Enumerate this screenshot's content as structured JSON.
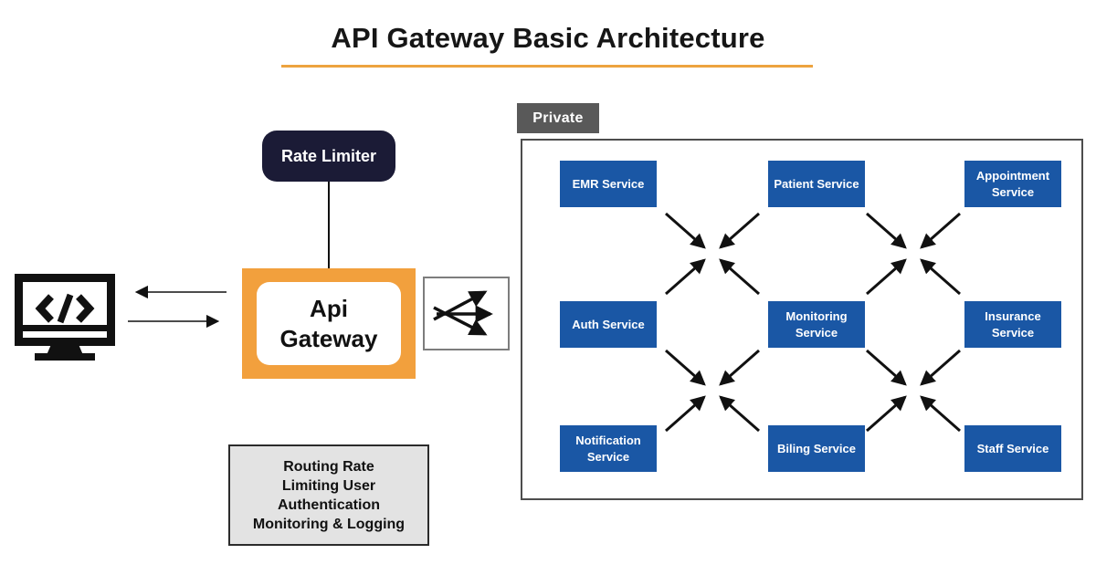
{
  "title": "API Gateway Basic Architecture",
  "colors": {
    "accent_orange": "#F2A03D",
    "underline_orange": "#EDA33F",
    "rate_limiter_navy": "#1B1B36",
    "service_blue": "#1A57A5",
    "private_tag_gray": "#595959",
    "features_bg_gray": "#E3E3E3",
    "line_black": "#111111"
  },
  "rate_limiter": {
    "label": "Rate Limiter"
  },
  "gateway": {
    "label": "Api Gateway"
  },
  "private_zone": {
    "label": "Private"
  },
  "services": [
    {
      "label": "EMR Service"
    },
    {
      "label": "Patient Service"
    },
    {
      "label": "Appointment Service"
    },
    {
      "label": "Auth Service"
    },
    {
      "label": "Monitoring Service"
    },
    {
      "label": "Insurance Service"
    },
    {
      "label": "Notification Service"
    },
    {
      "label": "Biling Service"
    },
    {
      "label": "Staff Service"
    }
  ],
  "features_box": {
    "lines": [
      "Routing Rate",
      "Limiting User",
      "Authentication",
      "Monitoring & Logging"
    ]
  },
  "icons": {
    "client": "code-monitor-icon",
    "fanout": "fanout-arrows-icon",
    "converge": "converge-arrows-icon",
    "request": "right-arrow-icon",
    "response": "left-arrow-icon"
  }
}
